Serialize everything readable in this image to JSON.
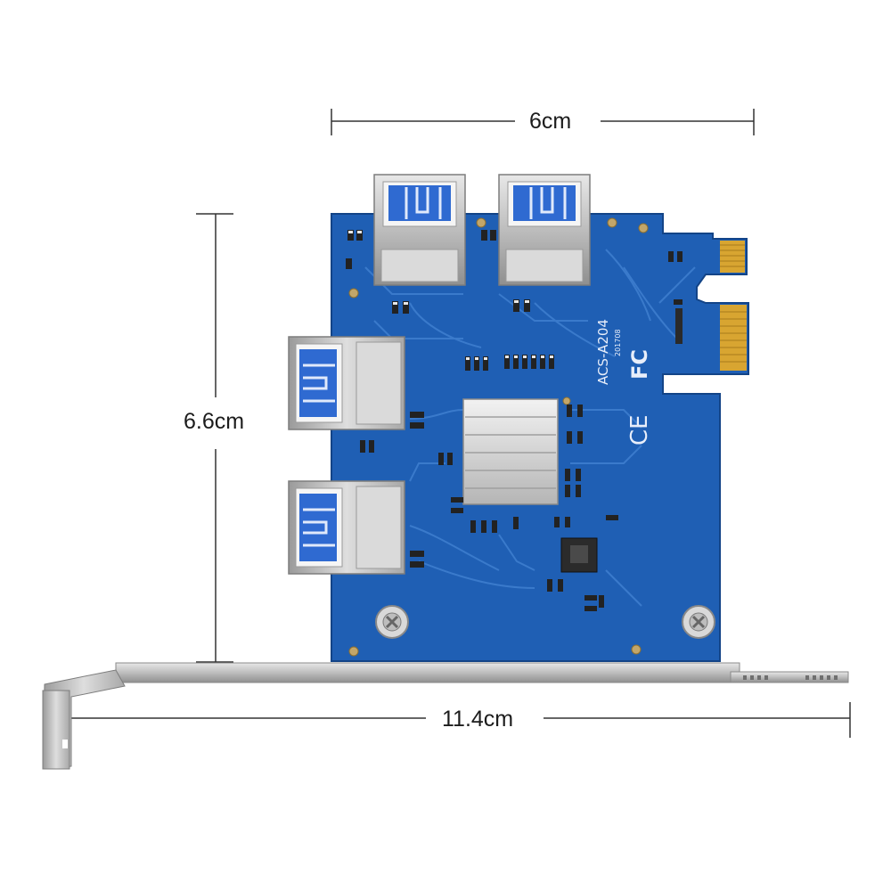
{
  "dimensions": {
    "width_top": "6cm",
    "height_left": "6.6cm",
    "width_bottom": "11.4cm"
  },
  "board": {
    "model": "ACS-A204",
    "date_code": "201708",
    "fc_mark": "FC",
    "ce_mark": "CE"
  },
  "colors": {
    "pcb": "#1f5fb4",
    "pcb_trace": "#3f7fd0",
    "usb_tongue": "#2f6ad1",
    "bracket": "#c9c9c9",
    "gold_finger": "#d8a531"
  }
}
